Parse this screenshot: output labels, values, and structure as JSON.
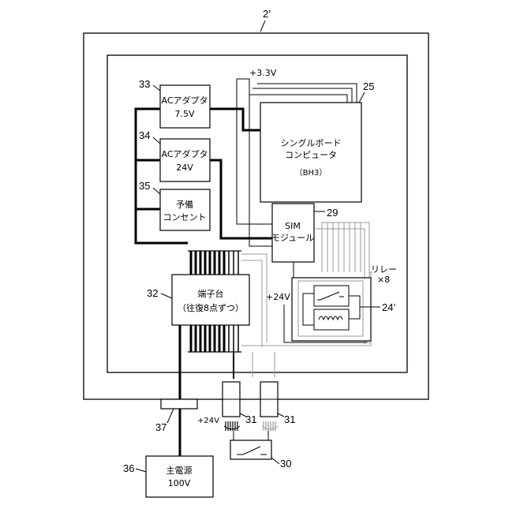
{
  "figure": {
    "ref": "2’"
  },
  "blocks": {
    "ac_adapter_75": {
      "ref": "33",
      "line1": "ACアダプタ",
      "line2": "7.5V"
    },
    "ac_adapter_24": {
      "ref": "34",
      "line1": "ACアダプタ",
      "line2": "24V"
    },
    "spare_outlet": {
      "ref": "35",
      "line1": "予備",
      "line2": "コンセント"
    },
    "single_board": {
      "ref": "25",
      "line1": "シングルボード",
      "line2": "コンピュータ",
      "line3": "（BH3）"
    },
    "sim_module": {
      "ref": "29",
      "line1": "SIM",
      "line2": "モジュール"
    },
    "terminal_block": {
      "ref": "32",
      "line1": "端子台",
      "line2": "（往復8点ずつ）"
    },
    "relay": {
      "ref": "24’",
      "label": "リレー",
      "count": "×8"
    },
    "connector_left": {
      "ref": "31"
    },
    "connector_right": {
      "ref": "31"
    },
    "switch": {
      "ref": "30"
    },
    "inlet": {
      "ref": "37"
    },
    "main_power": {
      "ref": "36",
      "line1": "主電源",
      "line2": "100V"
    }
  },
  "voltages": {
    "v33": "+3.3V",
    "v24_relay": "+24V",
    "v24_external": "+24V"
  }
}
